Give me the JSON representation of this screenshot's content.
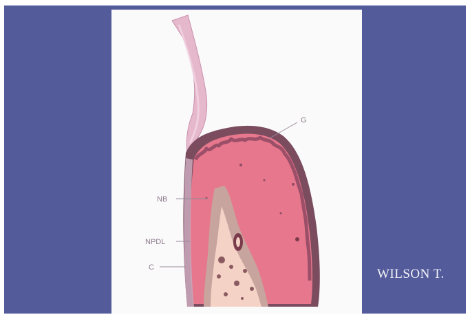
{
  "labels": {
    "g": "G",
    "nb": "NB",
    "npdl": "NPDL",
    "c": "C"
  },
  "author": "WILSON T.",
  "colors": {
    "background_panel": "#535b9b",
    "slide": "#fbfafb",
    "gingiva_pink": "#e7778c",
    "crown_border": "#7a4c5e",
    "bone": "#c7a49d",
    "pulp_light": "#f4d2c5",
    "cuticle_strip": "#e6b8cc"
  }
}
